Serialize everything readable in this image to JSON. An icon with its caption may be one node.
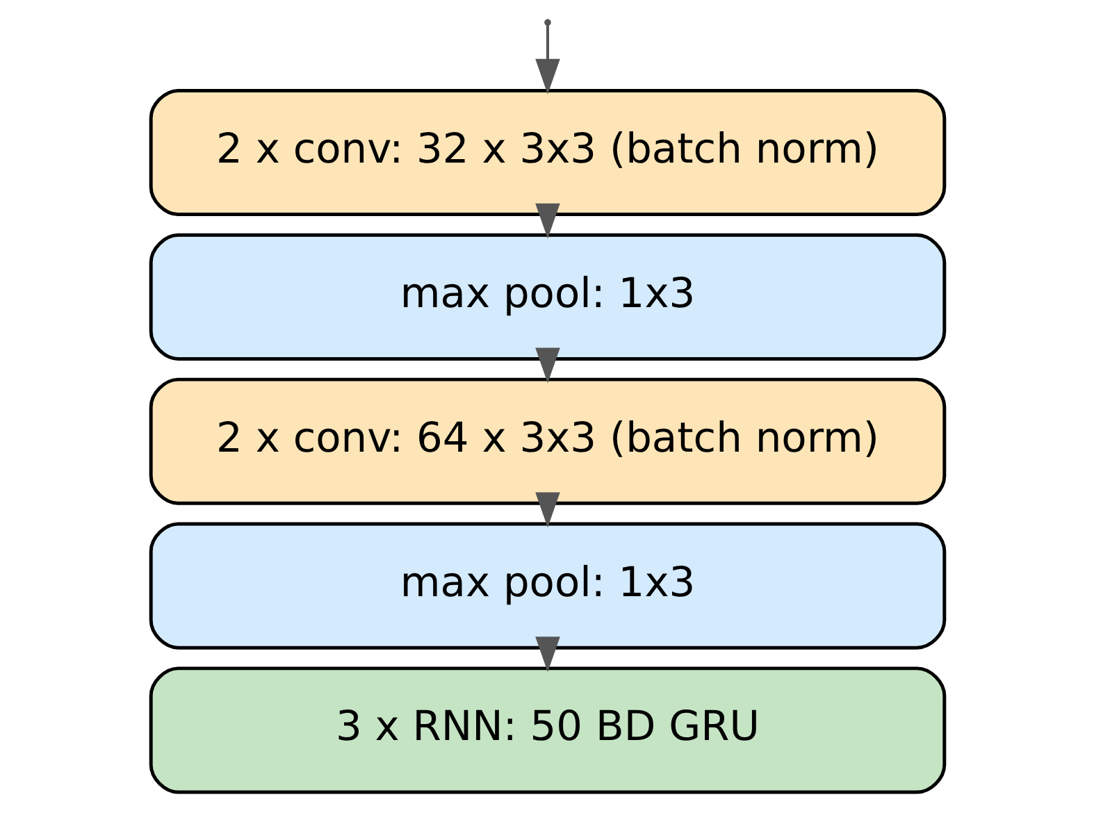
{
  "diagram": {
    "nodes": [
      {
        "text": [
          "2 x conv: 32 x 3x3 (batch norm)"
        ]
      },
      {
        "text": [
          "max pool: 1x3"
        ]
      },
      {
        "text": [
          "2 x conv: 64 x 3x3 (batch norm)"
        ]
      },
      {
        "text": [
          "max pool: 1x3"
        ]
      },
      {
        "text": [
          "3 x RNN: 50 BD GRU"
        ]
      }
    ],
    "edges": [
      {
        "from": null,
        "to": 0,
        "arrow": "to"
      },
      {
        "from": 0,
        "to": 1,
        "arrow": "to"
      },
      {
        "from": 1,
        "to": 2,
        "arrow": "to"
      },
      {
        "from": 2,
        "to": 3,
        "arrow": "to"
      },
      {
        "from": 3,
        "to": 4,
        "arrow": "to"
      }
    ]
  }
}
